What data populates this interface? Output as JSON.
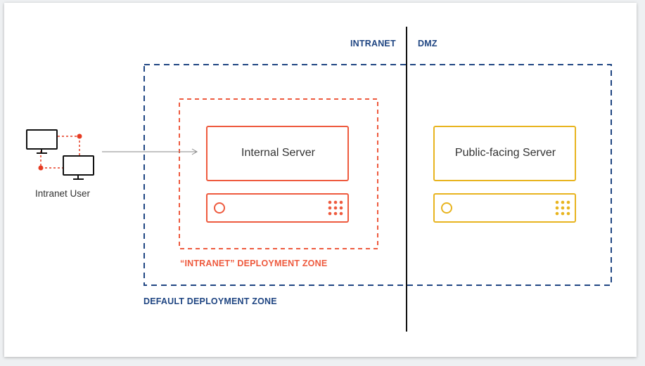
{
  "labels": {
    "intranet": "INTRANET",
    "dmz": "DMZ",
    "default_zone": "DEFAULT DEPLOYMENT ZONE",
    "intranet_zone": "“INTRANET” DEPLOYMENT ZONE",
    "internal_server": "Internal Server",
    "public_server": "Public-facing Server",
    "intranet_user": "Intranet User"
  },
  "colors": {
    "navy": "#1f4582",
    "orange": "#ee5a3e",
    "gold": "#e8b41f",
    "black": "#111111"
  },
  "icons": [
    "monitor-icon",
    "server-rack-icon",
    "arrow-icon"
  ]
}
